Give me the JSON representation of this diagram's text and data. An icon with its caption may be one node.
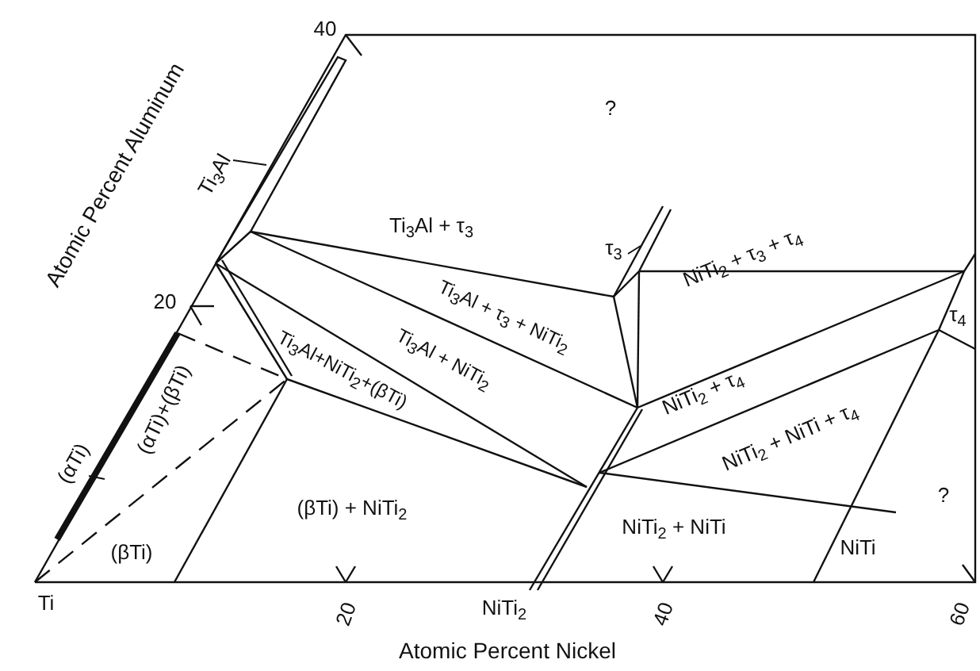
{
  "diagram": {
    "nodes": [
      {
        "text": [
          "Ti$_{3}$Al"
        ]
      },
      {
        "text": [
          "τ$_{3}$"
        ]
      },
      {
        "text": [
          "(αTi)"
        ]
      }
    ],
    "edges": [
      {
        "from": 0,
        "to": null,
        "arrow": "none"
      },
      {
        "from": 1,
        "to": null,
        "arrow": "none"
      },
      {
        "from": 2,
        "to": null,
        "arrow": "none"
      }
    ],
    "labels": [
      "40",
      "?",
      "Ti$_{3}$Al + τ$_{3}$",
      "20",
      "Ti$_{3}$Al + τ$_{3}$ + NiTi$_{2}$",
      "NiTi$_{2}$ + τ$_{3}$ + τ$_{4}$",
      "τ$_{4}$",
      "Ti$_{3}$Al + NiTi$_{2}$",
      "Ti$_{3}$Al+NiTi$_{2}$+(βTi)",
      "(αTi)+(βTi)",
      "NiTi$_{2}$ + τ$_{4}$",
      "NiTi$_{2}$ + NiTi + τ$_{4}$",
      "(βTi) + NiTi$_{2}$",
      "?",
      "(βTi)",
      "NiTi$_{2}$ + NiTi",
      "NiTi",
      "Ti",
      "20",
      "NiTi$_{2}$",
      "40",
      "60",
      "Atomic Percent Aluminum",
      "Atomic Percent Nickel"
    ]
  }
}
